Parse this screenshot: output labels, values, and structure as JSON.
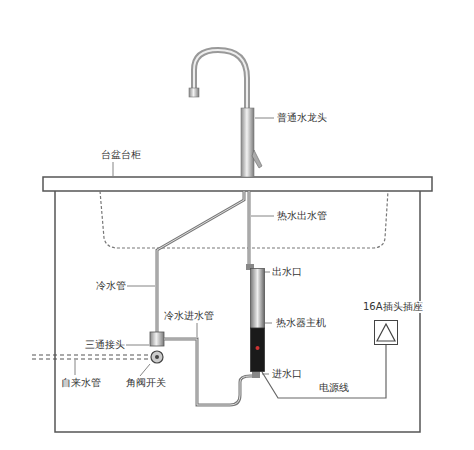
{
  "diagram": {
    "nodes": [
      {
        "text": [
          "热水器主机"
        ]
      },
      {
        "text": [
          "16A插头插座"
        ]
      }
    ],
    "edges": [
      {
        "from": 0,
        "to": 1,
        "arrow": "none",
        "label": "电源线"
      }
    ],
    "labels": [
      "普通水龙头",
      "台盆台柜",
      "热水出水管",
      "出水口",
      "冷水管",
      "冷水进水管",
      "三通接头",
      "自来水管",
      "角阀开关",
      "进水口"
    ]
  }
}
